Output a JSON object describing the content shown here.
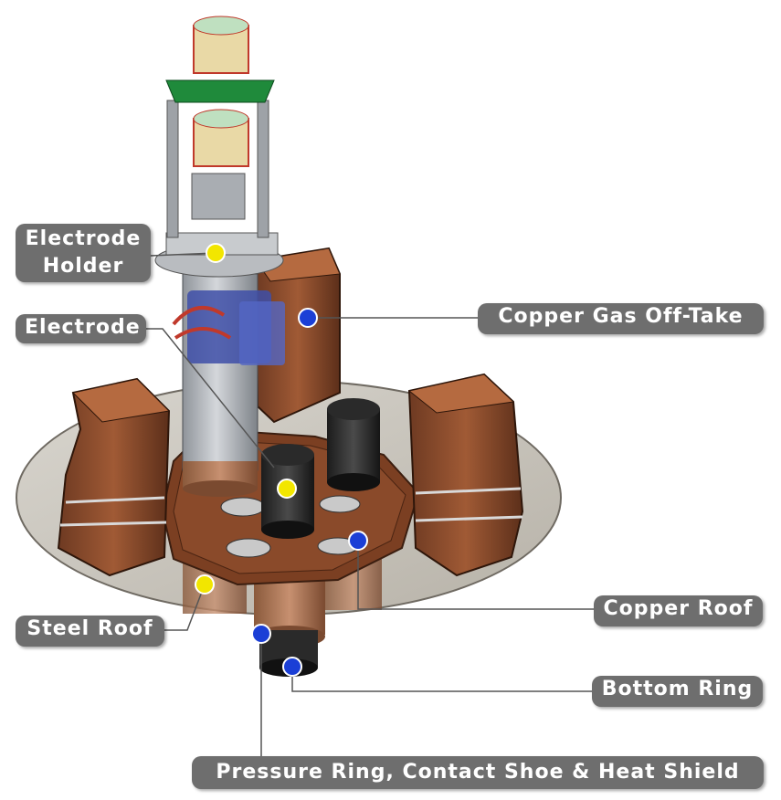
{
  "labels": {
    "electrode_holder": [
      "Electrode",
      "Holder"
    ],
    "electrode": "Electrode",
    "copper_gas_off_take": "Copper Gas Off-Take",
    "copper_roof": "Copper Roof",
    "steel_roof": "Steel Roof",
    "bottom_ring": "Bottom Ring",
    "pressure_ring": "Pressure Ring, Contact Shoe & Heat Shield"
  },
  "colors": {
    "label_bg": "#6e6e6e",
    "label_text": "#ffffff",
    "marker_yellow": "#f2e600",
    "marker_blue": "#1b3fd6",
    "leader_line": "#555555"
  }
}
